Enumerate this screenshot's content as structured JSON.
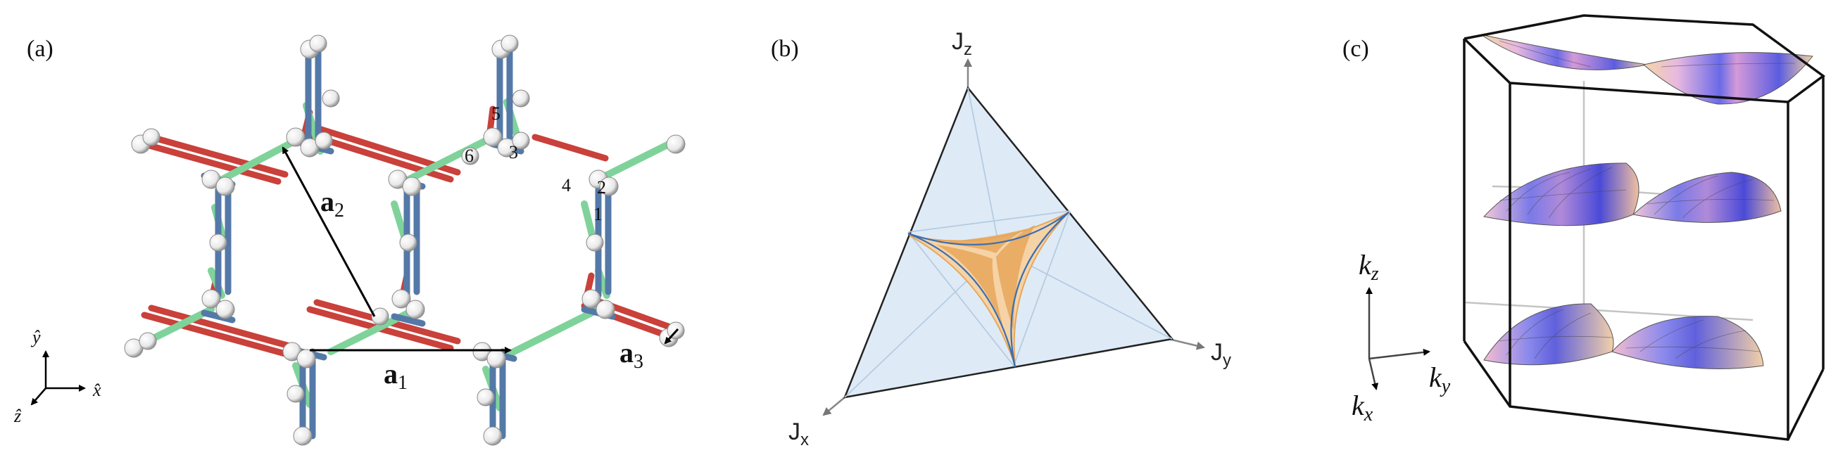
{
  "panel_a": {
    "label": "(a)",
    "vec_a1": "a",
    "vec_a1_sub": "1",
    "vec_a2": "a",
    "vec_a2_sub": "2",
    "vec_a3": "a",
    "vec_a3_sub": "3",
    "site_labels": [
      "1",
      "2",
      "3",
      "4",
      "5",
      "6"
    ],
    "axis_y": "ŷ",
    "axis_x": "x̂",
    "axis_z": "ẑ",
    "colors": {
      "x_bond": "#c9413a",
      "y_bond": "#7fd39a",
      "z_bond": "#5479a8",
      "site": "#f2f2f2"
    }
  },
  "panel_b": {
    "label": "(b)",
    "axis_z": "J",
    "axis_z_sub": "z",
    "axis_y": "J",
    "axis_y_sub": "y",
    "axis_x": "J",
    "axis_x_sub": "x",
    "colors": {
      "triangle_fill": "#deebf7",
      "orange": "#e8a65a",
      "orange_light": "#f5d3a6"
    }
  },
  "panel_c": {
    "label": "(c)",
    "axis_kz": "k",
    "axis_kz_sub": "z",
    "axis_ky": "k",
    "axis_ky_sub": "y",
    "axis_kx": "k",
    "axis_kx_sub": "x",
    "colors": {
      "blue": "#5a5ae0",
      "pink": "#f0a8c8"
    }
  }
}
